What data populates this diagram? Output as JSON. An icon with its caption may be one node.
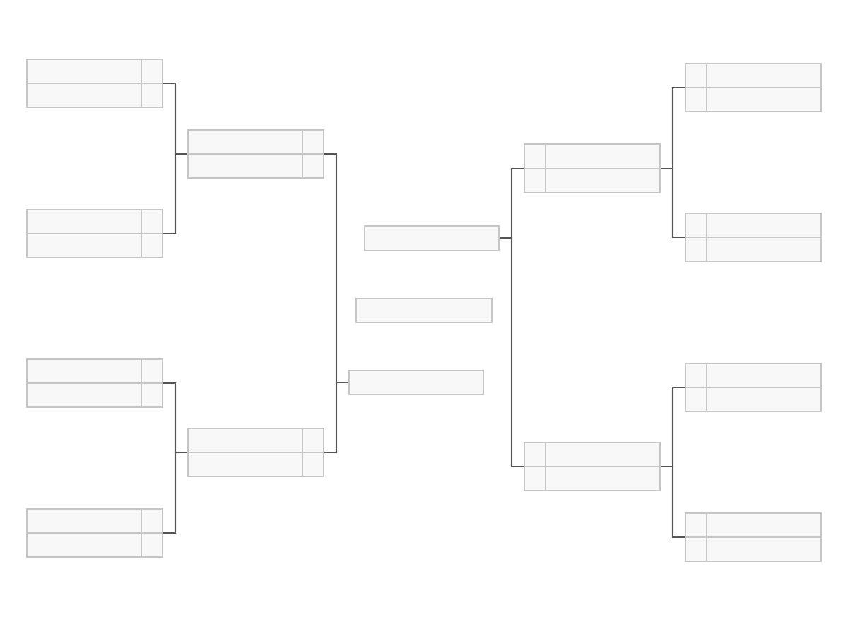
{
  "diagram": {
    "nodes": [
      {
        "text": [],
        "shape": "box"
      },
      {
        "text": [],
        "shape": "box"
      },
      {
        "text": [],
        "shape": "box"
      },
      {
        "text": [],
        "shape": "box"
      },
      {
        "text": [],
        "shape": "box"
      },
      {
        "text": [],
        "shape": "box"
      },
      {
        "text": [],
        "shape": "box"
      },
      {
        "text": [],
        "shape": "box"
      },
      {
        "text": [],
        "shape": "box"
      },
      {
        "text": [],
        "shape": "box"
      },
      {
        "text": [],
        "shape": "box"
      },
      {
        "text": [],
        "shape": "box"
      },
      {
        "text": [],
        "shape": "box"
      },
      {
        "text": [],
        "shape": "box"
      },
      {
        "text": [],
        "shape": "box"
      }
    ],
    "edges": [
      {
        "from": 0,
        "to": 4,
        "arrow": "none"
      },
      {
        "from": 1,
        "to": 4,
        "arrow": "none"
      },
      {
        "from": 2,
        "to": 5,
        "arrow": "none"
      },
      {
        "from": 3,
        "to": 5,
        "arrow": "none"
      },
      {
        "from": 4,
        "to": 8,
        "arrow": "none"
      },
      {
        "from": 5,
        "to": 8,
        "arrow": "none"
      },
      {
        "from": 11,
        "to": 9,
        "arrow": "none"
      },
      {
        "from": 12,
        "to": 9,
        "arrow": "none"
      },
      {
        "from": 13,
        "to": 10,
        "arrow": "none"
      },
      {
        "from": 14,
        "to": 10,
        "arrow": "none"
      },
      {
        "from": 9,
        "to": 6,
        "arrow": "none"
      },
      {
        "from": 10,
        "to": 6,
        "arrow": "none"
      }
    ]
  }
}
